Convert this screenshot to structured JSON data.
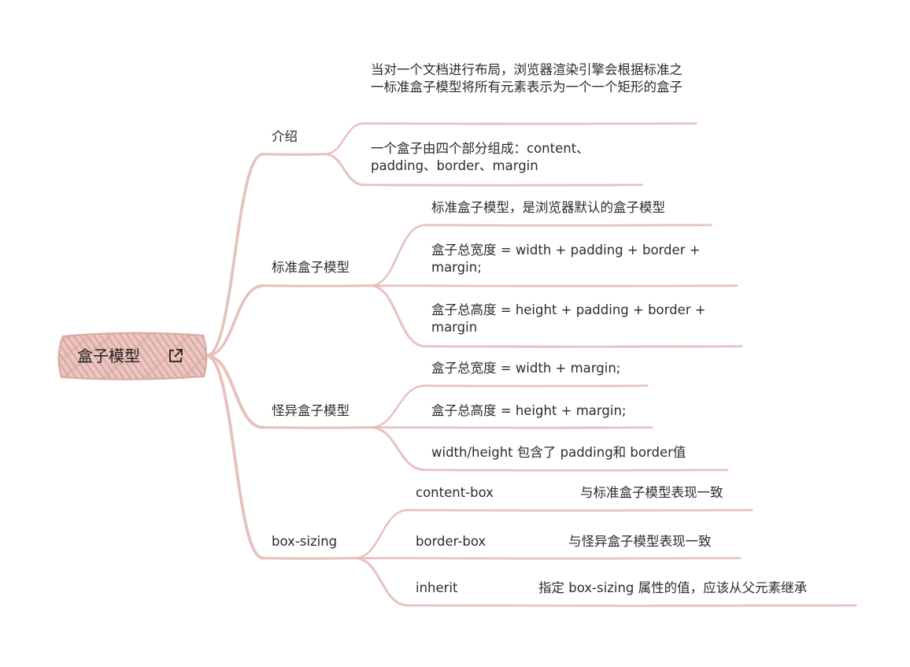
{
  "root": {
    "label": "盒子模型",
    "icon": "external-link-icon"
  },
  "colors": {
    "branch": "#e6c0bc",
    "fill": "#e8bfba",
    "hatch": "#d59e98",
    "text": "#2b2b2b"
  },
  "branches": [
    {
      "label": "介绍",
      "children": [
        {
          "text": "当对一个文档进行布局，浏览器渲染引擎会根据标准之一标准盒子模型将所有元素表示为一个一个矩形的盒子"
        },
        {
          "text": "一个盒子由四个部分组成：content、padding、border、margin"
        }
      ]
    },
    {
      "label": "标准盒子模型",
      "children": [
        {
          "text": "标准盒子模型，是浏览器默认的盒子模型"
        },
        {
          "text": "盒子总宽度 = width + padding + border + margin;"
        },
        {
          "text": "盒子总高度 = height + padding + border + margin"
        }
      ]
    },
    {
      "label": "怪异盒子模型",
      "children": [
        {
          "text": "盒子总宽度 = width + margin;"
        },
        {
          "text": "盒子总高度 = height + margin;"
        },
        {
          "text": "width/height 包含了 padding和 border值"
        }
      ]
    },
    {
      "label": "box-sizing",
      "children": [
        {
          "text": "content-box",
          "note": "与标准盒子模型表现一致"
        },
        {
          "text": "border-box",
          "note": "与怪异盒子模型表现一致"
        },
        {
          "text": "inherit",
          "note": "指定 box-sizing 属性的值，应该从父元素继承"
        }
      ]
    }
  ]
}
